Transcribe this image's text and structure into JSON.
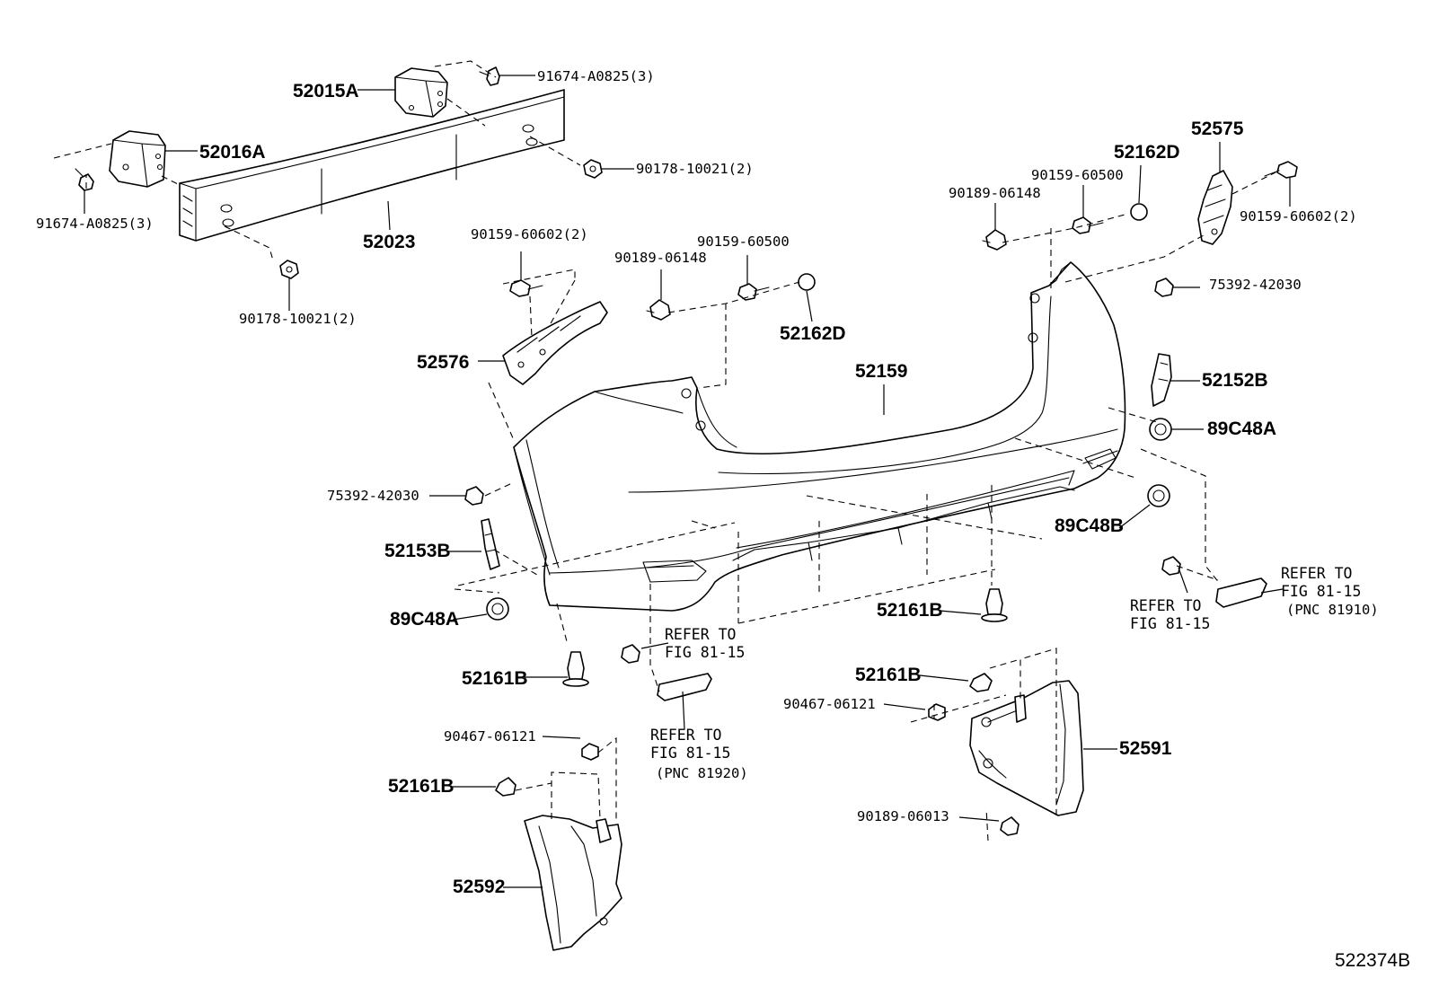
{
  "labels": {
    "p52015A": "52015A",
    "p91674a": "91674-A0825(3)",
    "p52016A": "52016A",
    "p90178a": "90178-10021(2)",
    "p91674b": "91674-A0825(3)",
    "p52023": "52023",
    "p90178b": "90178-10021(2)",
    "p90159a": "90159-60602(2)",
    "p90159b": "90159-60500",
    "p90189a": "90189-06148",
    "p52162Da": "52162D",
    "p52576": "52576",
    "p52159": "52159",
    "p52162Db": "52162D",
    "p52575": "52575",
    "p90159c": "90159-60500",
    "p90189b": "90189-06148",
    "p90159d": "90159-60602(2)",
    "p75392a": "75392-42030",
    "p52152B": "52152B",
    "p89C48Aa": "89C48A",
    "p75392b": "75392-42030",
    "p89C48B": "89C48B",
    "p52153B": "52153B",
    "p89C48Ab": "89C48A",
    "p52161Ba": "52161B",
    "p52161Bb": "52161B",
    "p52161Bc": "52161B",
    "p52161Bd": "52161B",
    "p90467a": "90467-06121",
    "p90467b": "90467-06121",
    "p52591": "52591",
    "p52592": "52592",
    "p90189c": "90189-06013",
    "ref1a": "REFER TO",
    "ref1b": "FIG 81-15",
    "ref1c": "(PNC 81910)",
    "ref2a": "REFER TO",
    "ref2b": "FIG 81-15",
    "ref3a": "REFER TO",
    "ref3b": "FIG 81-15",
    "ref4a": "REFER TO",
    "ref4b": "FIG 81-15",
    "ref4c": "(PNC 81920)",
    "figure_id": "522374B"
  }
}
